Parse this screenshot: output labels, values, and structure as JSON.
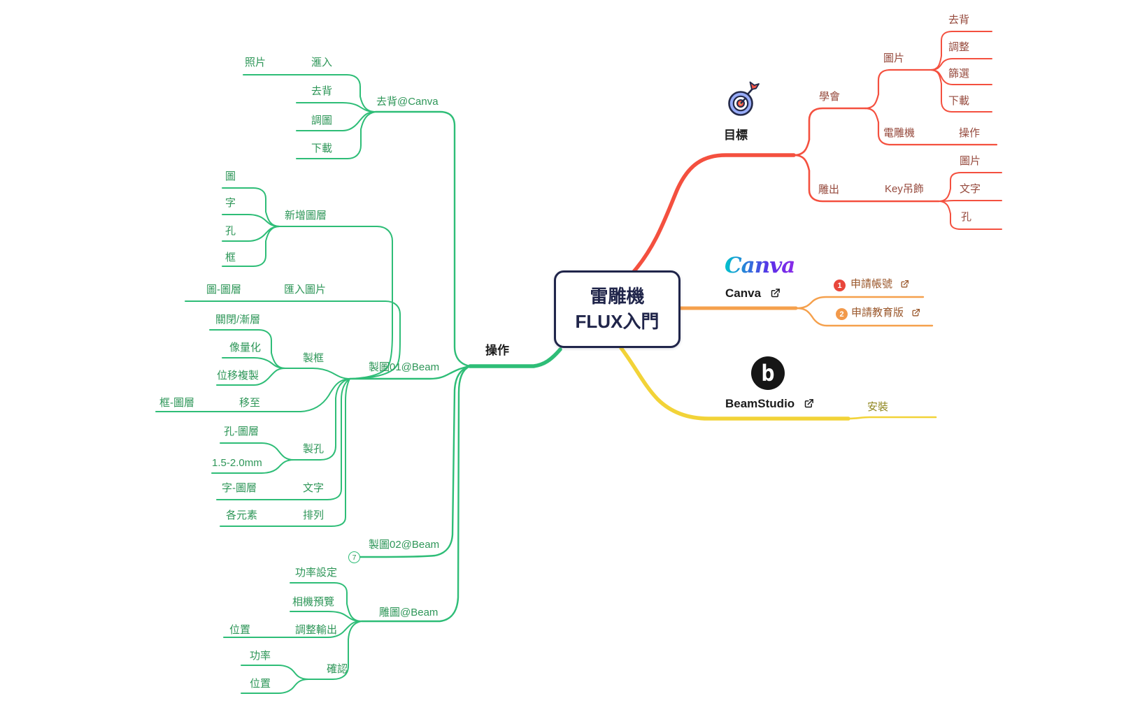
{
  "central": {
    "line1": "雷雕機",
    "line2": "FLUX入門"
  },
  "goal": {
    "label": "目標",
    "learn": "學會",
    "image": "圖片",
    "image_remove_bg": "去背",
    "image_adjust": "調整",
    "image_filter": "篩選",
    "image_download": "下載",
    "engraver": "電雕機",
    "engraver_operate": "操作",
    "carve": "雕出",
    "key_charm": "Key吊飾",
    "charm_image": "圖片",
    "charm_text": "文字",
    "charm_hole": "孔"
  },
  "canva": {
    "logo": "Canva",
    "label": "Canva",
    "step1_num": "1",
    "step1": "申請帳號",
    "step2_num": "2",
    "step2": "申請教育版"
  },
  "beamstudio": {
    "label": "BeamStudio",
    "logo_letter": "b",
    "install": "安裝"
  },
  "operation": {
    "label": "操作",
    "remove_bg_canva": "去背@Canva",
    "photo": "照片",
    "import": "滙入",
    "remove_bg": "去背",
    "adjust_image": "調圖",
    "download": "下載",
    "draw01": "製圖01@Beam",
    "new_layer": "新增圖層",
    "layer_image": "圖",
    "layer_char": "字",
    "layer_hole": "孔",
    "layer_frame": "框",
    "image_layer": "圖-圖層",
    "import_image": "匯入圖片",
    "close_gradient": "關閉/漸層",
    "vectorize": "像量化",
    "offset_copy": "位移複製",
    "make_frame": "製框",
    "frame_layer": "框-圖層",
    "move_to": "移至",
    "hole_layer": "孔-圖層",
    "hole_size": "1.5-2.0mm",
    "make_hole": "製孔",
    "char_layer": "字-圖層",
    "text": "文字",
    "elements": "各元素",
    "arrange": "排列",
    "draw02": "製圖02@Beam",
    "draw02_collapsed": "7",
    "power_setting": "功率設定",
    "camera_preview": "相機預覽",
    "position_a": "位置",
    "adjust_output": "調整輸出",
    "engrave": "雕圖@Beam",
    "power": "功率",
    "confirm": "確認",
    "position_b": "位置"
  },
  "colors": {
    "red": "#F4503F",
    "orange": "#F5A04C",
    "yellow": "#F2D338",
    "green": "#2EBD77",
    "navy": "#20254A"
  }
}
